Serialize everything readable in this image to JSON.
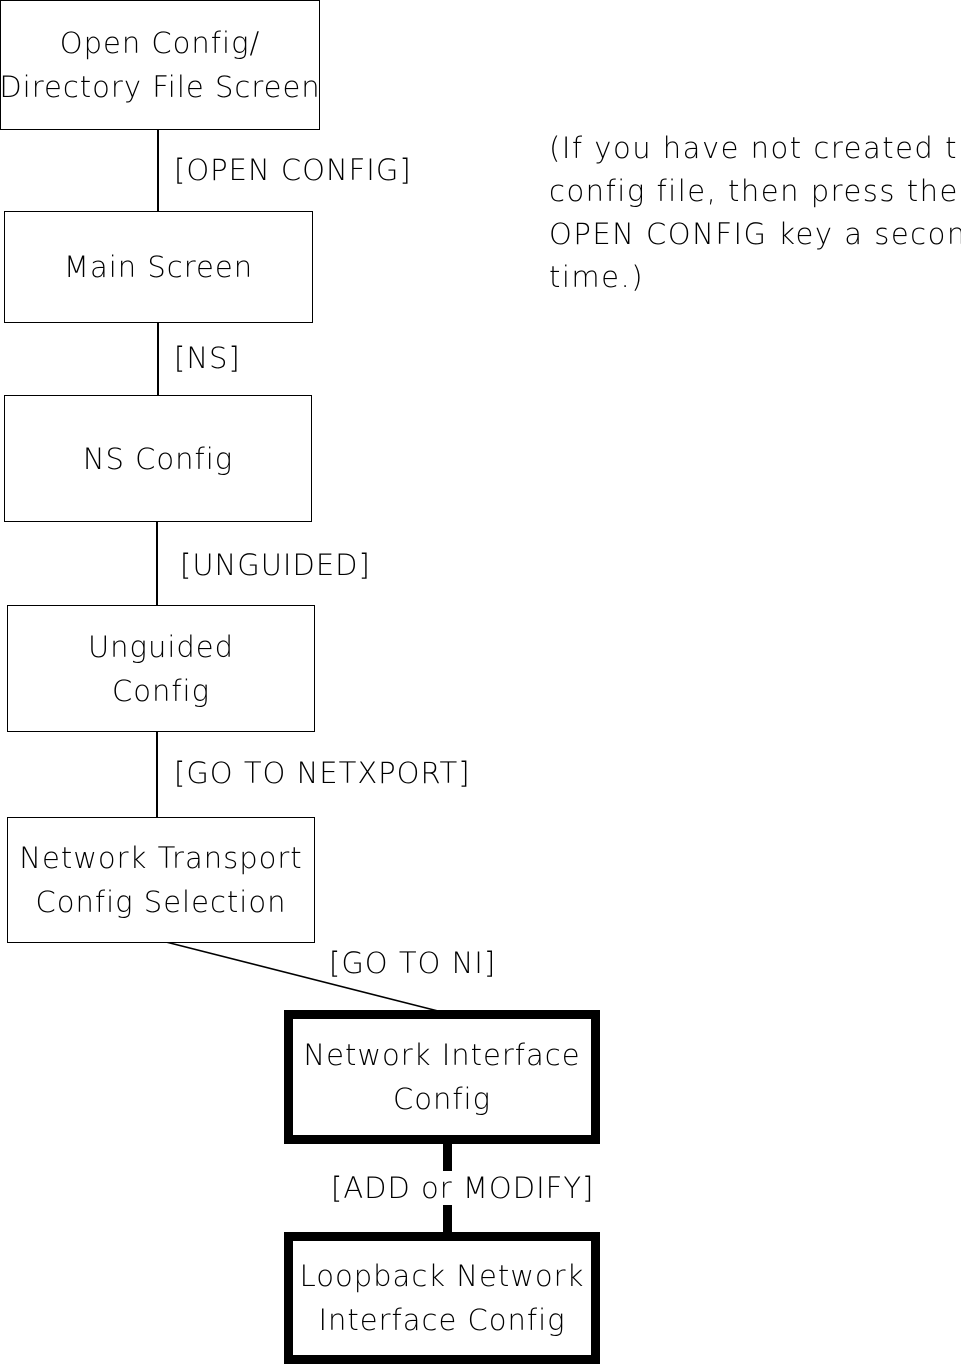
{
  "nodes": [
    {
      "id": "open-config",
      "lines": [
        "Open Config/",
        "Directory File Screen"
      ]
    },
    {
      "id": "main-screen",
      "lines": [
        "Main Screen"
      ]
    },
    {
      "id": "ns-config",
      "lines": [
        "NS Config"
      ]
    },
    {
      "id": "unguided-config",
      "lines": [
        "Unguided",
        "Config"
      ]
    },
    {
      "id": "network-transport",
      "lines": [
        "Network Transport",
        "Config Selection"
      ]
    },
    {
      "id": "network-interface",
      "lines": [
        "Network Interface",
        "Config"
      ]
    },
    {
      "id": "loopback",
      "lines": [
        "Loopback Network",
        "Interface Config"
      ]
    }
  ],
  "edges": [
    {
      "label": "[OPEN CONFIG]"
    },
    {
      "label": "[NS]"
    },
    {
      "label": "[UNGUIDED]"
    },
    {
      "label": "[GO TO NETXPORT]"
    },
    {
      "label": "[GO TO NI]"
    },
    {
      "label": "[ADD or MODIFY]"
    }
  ],
  "note": {
    "lines": [
      "(If you have not created the",
      "config file, then press the",
      "OPEN CONFIG key a second",
      "time.)"
    ]
  }
}
